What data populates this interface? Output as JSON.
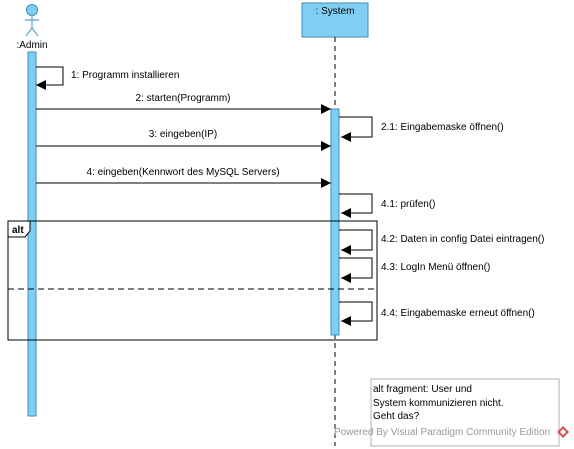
{
  "actors": {
    "admin": {
      "label": ":Admin"
    },
    "system": {
      "label": ": System"
    }
  },
  "fragment": {
    "operator": "alt"
  },
  "messages": [
    {
      "label": "1: Programm installieren"
    },
    {
      "label": "2: starten(Programm)"
    },
    {
      "label": "2.1: Eingabemaske öffnen()"
    },
    {
      "label": "3: eingeben(IP)"
    },
    {
      "label": "4: eingeben(Kennwort des MySQL Servers)"
    },
    {
      "label": "4.1: prüfen()"
    },
    {
      "label": "4.2: Daten in config Datei eintragen()"
    },
    {
      "label": "4.3: LogIn Menü öffnen()"
    },
    {
      "label": "4.4: Eingabemaske erneut öffnen()"
    }
  ],
  "note": {
    "lines": [
      "alt fragment: User und",
      "System kommunizieren nicht.",
      "Geht das?"
    ]
  },
  "watermark": {
    "text": "Powered By  Visual Paradigm Community Edition"
  },
  "colors": {
    "activation_fill": "#7fcff2",
    "activation_stroke": "#3a8fbf",
    "lifeline_head_fill": "#7fcff2",
    "line": "#000000",
    "note_border": "#b0b0b0",
    "watermark": "#9a9a9a"
  }
}
